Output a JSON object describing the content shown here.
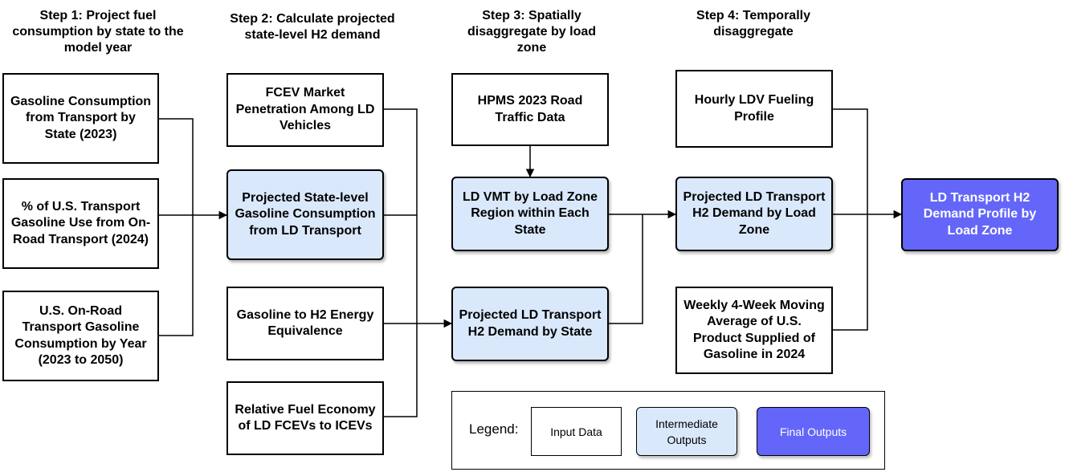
{
  "steps": [
    "Step 1: Project fuel consumption by state to the model year",
    "Step 2: Calculate projected state-level H2 demand",
    "Step 3: Spatially disaggregate by load zone",
    "Step 4: Temporally disaggregate"
  ],
  "nodes": {
    "gasoline_consumption": "Gasoline Consumption from Transport by State (2023)",
    "pct_on_road": "% of U.S. Transport Gasoline Use from On-Road Transport (2024)",
    "us_on_road": "U.S. On-Road Transport Gasoline Consumption by Year (2023 to 2050)",
    "fcev_penetration": "FCEV Market Penetration Among LD Vehicles",
    "projected_state_gasoline": "Projected State-level Gasoline Consumption from LD Transport",
    "gasoline_h2_equiv": "Gasoline to H2 Energy Equivalence",
    "relative_fuel_economy": "Relative Fuel Economy of LD FCEVs to ICEVs",
    "hpms": "HPMS 2023 Road Traffic Data",
    "ld_vmt": "LD VMT by Load Zone Region within Each State",
    "projected_h2_state": "Projected LD Transport H2 Demand by State",
    "hourly_profile": "Hourly LDV Fueling Profile",
    "projected_h2_zone": "Projected LD Transport H2 Demand by Load Zone",
    "weekly_avg": "Weekly 4-Week Moving Average of U.S. Product Supplied of Gasoline in 2024",
    "final_output": "LD Transport H2 Demand Profile by Load Zone"
  },
  "legend": {
    "title": "Legend:",
    "input": "Input Data",
    "intermediate": "Intermediate Outputs",
    "final": "Final Outputs"
  },
  "colors": {
    "input": "#ffffff",
    "intermediate": "#dae8fc",
    "final": "#6366f8",
    "line": "#000000"
  }
}
